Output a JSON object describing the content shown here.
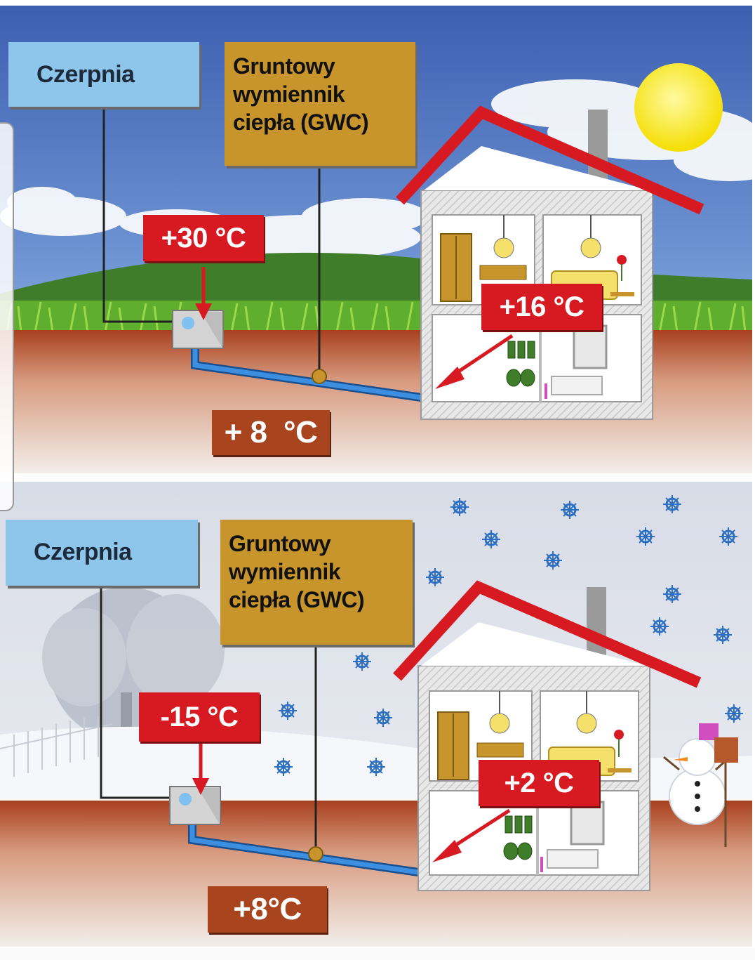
{
  "summer": {
    "intake_label": "Czerpnia",
    "gwc_label": "Gruntowy\nwymiennik\nciepła (GWC)",
    "outdoor_temp": "+30 °C",
    "ground_temp": "+ 8  °C",
    "indoor_temp": "+16 °C",
    "sun_icon": "sun-icon"
  },
  "winter": {
    "intake_label": "Czerpnia",
    "gwc_label": "Gruntowy\nwymiennik\nciepła (GWC)",
    "outdoor_temp": "-15 °C",
    "ground_temp": "+8°C",
    "indoor_temp": "+2 °C",
    "snow_icon": "snowflake-icon",
    "snowman_icon": "snowman-icon"
  },
  "colors": {
    "intake_box": "#8ec5ea",
    "gwc_box": "#c8952c",
    "temp_red": "#d71a21",
    "ground_temp_box": "#a8441e",
    "roof": "#d71a21",
    "pipe": "#2f7fd0"
  }
}
